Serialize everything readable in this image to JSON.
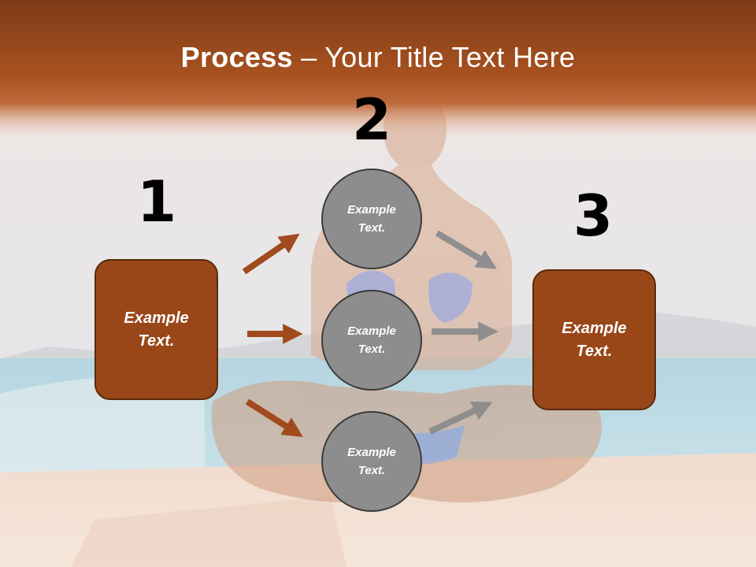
{
  "slide": {
    "title_bold": "Process",
    "title_rest": " – Your Title Text Here"
  },
  "steps": [
    {
      "number": "1",
      "text": "Example Text."
    },
    {
      "number": "2",
      "items": [
        "Example Text.",
        "Example Text.",
        "Example Text."
      ]
    },
    {
      "number": "3",
      "text": "Example Text."
    }
  ],
  "colors": {
    "header": "#a04d1e",
    "box_fill": "#994719",
    "box_border": "#5b2a0d",
    "circle_fill": "#8d8d8d",
    "circle_border": "#3b3b3b",
    "arrow_brown": "#a04a1d",
    "arrow_gray": "#8e8e8e"
  },
  "background": {
    "description_icon": "photo-yoga-pose-by-pool"
  }
}
